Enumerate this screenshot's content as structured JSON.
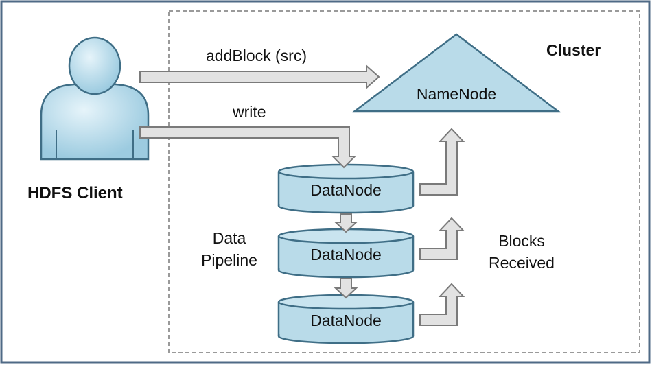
{
  "client": {
    "label": "HDFS Client"
  },
  "cluster": {
    "label": "Cluster"
  },
  "namenode": {
    "label": "NameNode"
  },
  "datanodes": [
    {
      "label": "DataNode"
    },
    {
      "label": "DataNode"
    },
    {
      "label": "DataNode"
    }
  ],
  "arrows": {
    "add_block": "addBlock (src)",
    "write": "write"
  },
  "pipeline": {
    "line1": "Data",
    "line2": "Pipeline"
  },
  "blocks_received": {
    "line1": "Blocks",
    "line2": "Received"
  },
  "colors": {
    "frame": "#4f6a86",
    "fill": "#b9dbe9",
    "stroke": "#3f6e86",
    "arrow_fill": "#e2e2e2",
    "arrow_stroke": "#7a7a7a",
    "dash": "#9a9a9a"
  }
}
